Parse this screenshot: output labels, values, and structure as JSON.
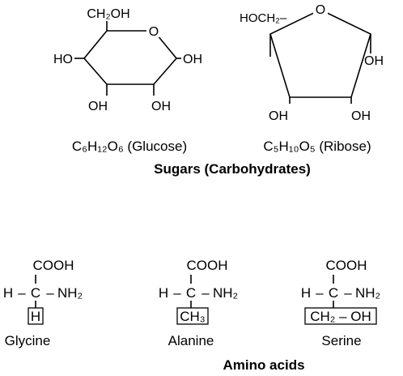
{
  "sugars": {
    "glucose": {
      "top_group": "CH₂OH",
      "ring_oxygen": "O",
      "left_group": "HO",
      "right_group": "OH",
      "bottom_left_group": "OH",
      "bottom_right_group": "OH",
      "formula_caption": "C₆H₁₂O₆ (Glucose)"
    },
    "ribose": {
      "top_left_group": "HOCH₂–",
      "ring_oxygen": "O",
      "right_group": "OH",
      "bottom_left_group": "OH",
      "bottom_right_group": "OH",
      "formula_caption": "C₅H₁₀O₅ (Ribose)"
    },
    "section_title": "Sugars (Carbohydrates)"
  },
  "amino_acids": {
    "glycine": {
      "carboxyl": "COOH",
      "hydrogen": "H",
      "dash_left": "–",
      "alpha_carbon": "C",
      "dash_right": "–",
      "amino": "NH₂",
      "side_chain": "H",
      "name": "Glycine"
    },
    "alanine": {
      "carboxyl": "COOH",
      "hydrogen": "H",
      "dash_left": "–",
      "alpha_carbon": "C",
      "dash_right": "–",
      "amino": "NH₂",
      "side_chain": "CH₃",
      "name": "Alanine"
    },
    "serine": {
      "carboxyl": "COOH",
      "hydrogen": "H",
      "dash_left": "–",
      "alpha_carbon": "C",
      "dash_right": "–",
      "amino": "NH₂",
      "side_chain": "CH₂ – OH",
      "name": "Serine"
    },
    "section_title": "Amino acids"
  }
}
